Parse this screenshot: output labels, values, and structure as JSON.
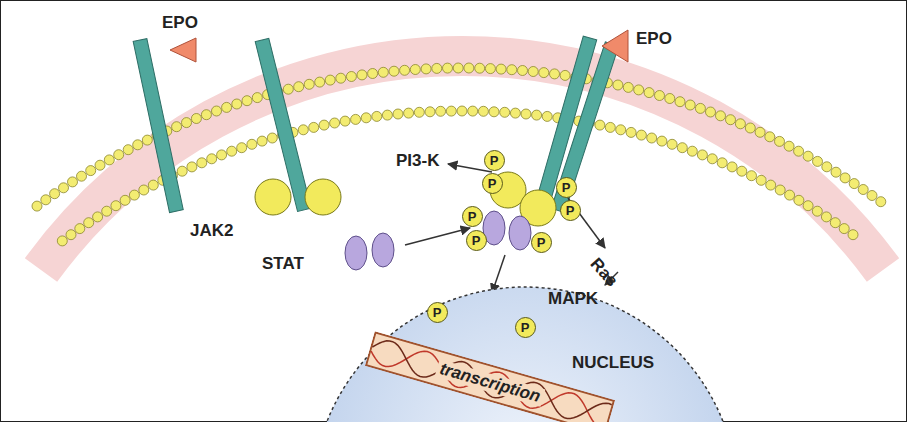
{
  "diagram": {
    "nodes": [
      {
        "text": [
          "P"
        ]
      },
      {
        "text": [
          "P"
        ]
      },
      {
        "text": [
          "P"
        ]
      },
      {
        "text": [
          "P"
        ]
      },
      {
        "text": [
          "P"
        ]
      },
      {
        "text": [
          "P"
        ]
      },
      {
        "text": [
          "P"
        ]
      },
      {
        "text": [
          "NUCLEUS"
        ]
      },
      {
        "text": [
          "P"
        ],
        "in": 7
      },
      {
        "text": [
          "P"
        ],
        "in": 7
      },
      {
        "text": [
          "transcription"
        ],
        "in": 7
      }
    ],
    "labels": [
      "EPO",
      "EPO",
      "PI3-K",
      "JAK2",
      "STAT",
      "Ras",
      "MAPK"
    ]
  }
}
